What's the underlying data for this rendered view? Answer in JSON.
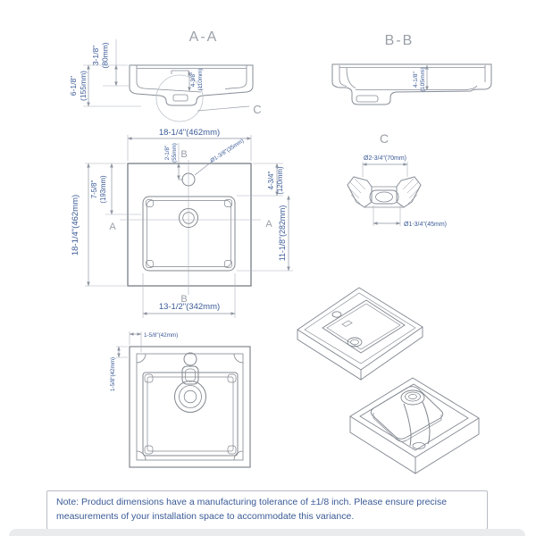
{
  "colors": {
    "dim_text": "#3a5a96",
    "drawing_line": "#868c96",
    "dim_line": "#8d94a0",
    "extension_line": "#aab0ba",
    "title_text": "#9aa0a8",
    "note_border": "#b9bdc4",
    "footer_bar": "#e9ebed"
  },
  "sections": {
    "aa": {
      "title": "A-A",
      "dim_rim_in": "3-1/8\"",
      "dim_rim_mm": "(80mm)",
      "dim_total_in": "6-1/8\"",
      "dim_total_mm": "(155mm)",
      "dim_basin_in": "4-3/8\"",
      "dim_basin_mm": "(110mm)",
      "detail_ref": "C"
    },
    "bb": {
      "title": "B-B",
      "dim_depth_in": "4-1/8\"",
      "dim_depth_mm": "(105mm)"
    },
    "plan": {
      "width_top": "18-1/4\"(462mm)",
      "height_left": "18-1/4\"(462mm)",
      "basin_offset_in": "7-5/8\"",
      "basin_offset_mm": "(193mm)",
      "hole_offset_in": "2-1/8\"",
      "hole_offset_mm": "(55mm)",
      "hole_dia": "Ø1-3/8\"(35mm)",
      "right_top_in": "4-3/4\"",
      "right_top_mm": "(120mm)",
      "basin_length": "11-1/8\"(282mm)",
      "bottom_width": "13-1/2\"(342mm)",
      "marker_a": "A",
      "marker_b": "B"
    },
    "c": {
      "title": "C",
      "top_dia": "Ø2-3/4\"(70mm)",
      "bottom_dia": "Ø1-3/4\"(45mm)"
    },
    "bottom_view": {
      "edge_h": "1-5/8\"(42mm)",
      "edge_v": "1-5/8\"(42mm)"
    }
  },
  "note": {
    "text": "Note: Product dimensions have a manufacturing tolerance of ±1/8 inch. Please ensure precise measurements of your installation space to accommodate this variance."
  }
}
